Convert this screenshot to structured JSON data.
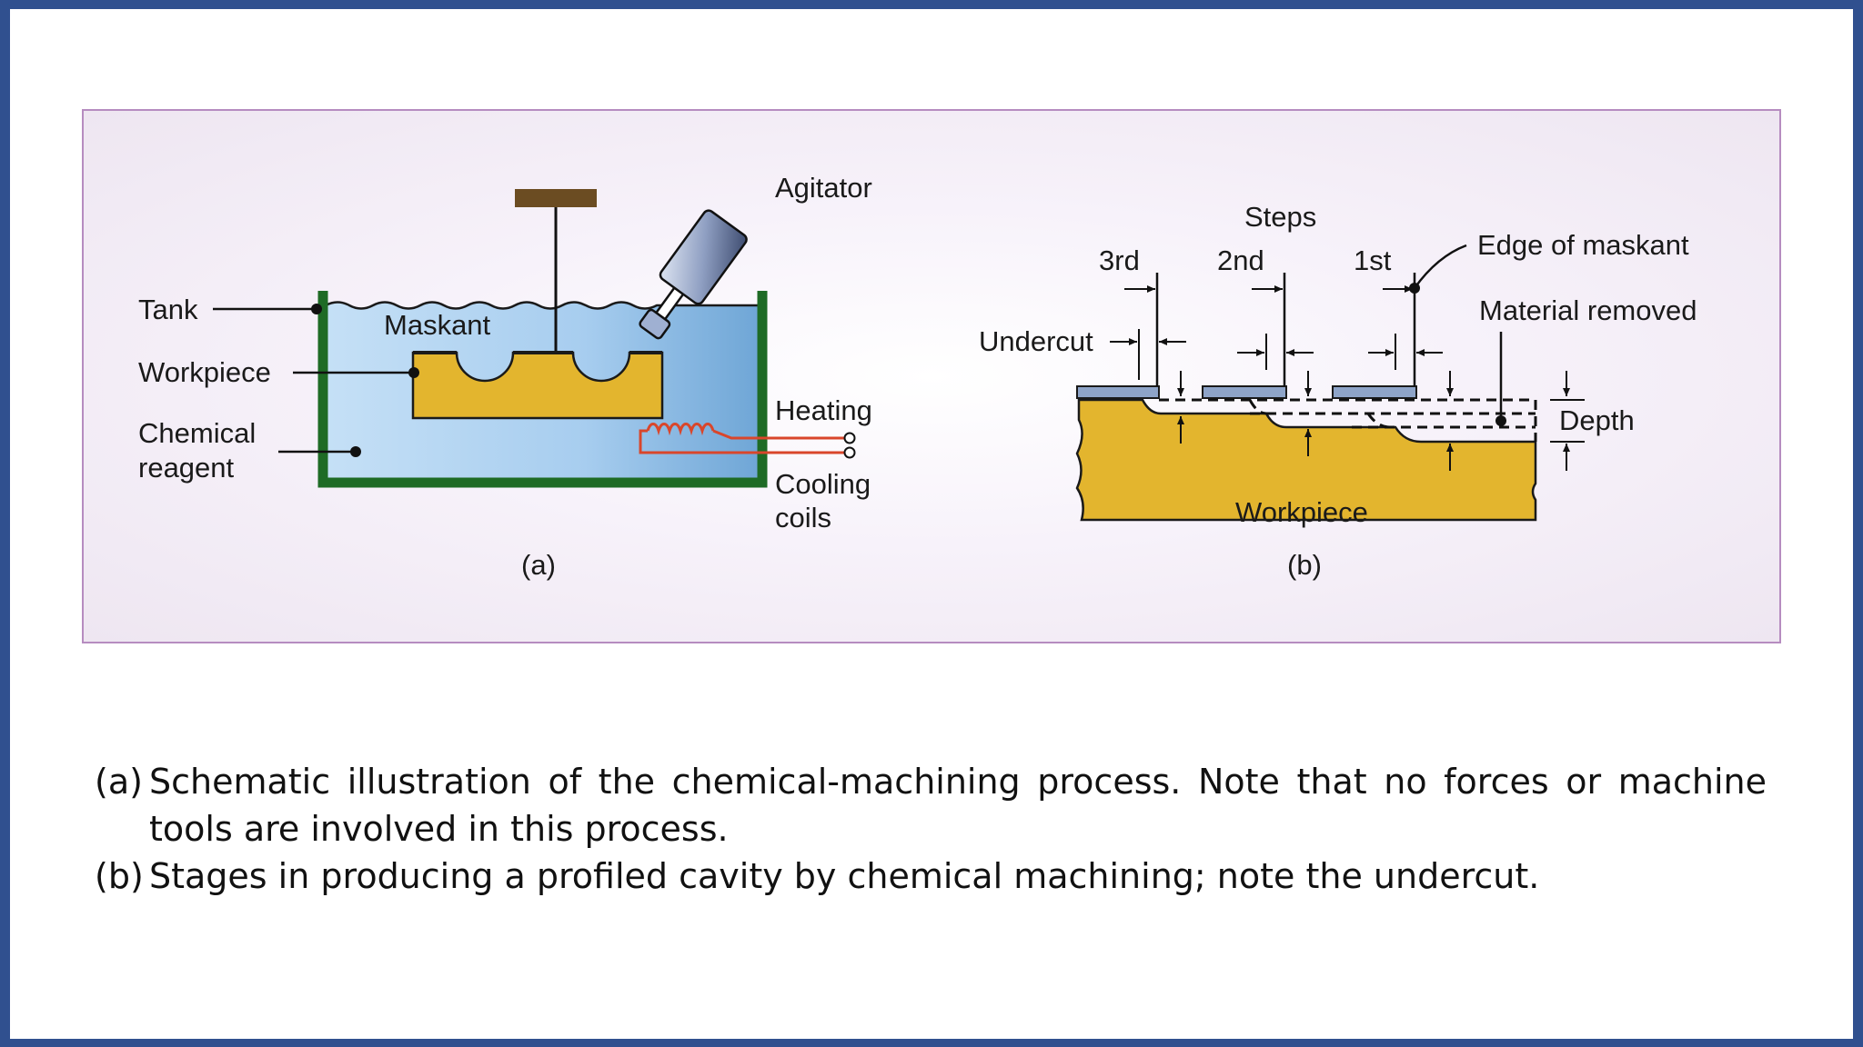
{
  "diagram_a": {
    "labels": {
      "tank": "Tank",
      "workpiece": "Workpiece",
      "chemical_line1": "Chemical",
      "chemical_line2": "reagent",
      "maskant": "Maskant",
      "agitator": "Agitator",
      "heating": "Heating",
      "cooling_line1": "Cooling",
      "cooling_line2": "coils",
      "part_label": "(a)"
    },
    "colors": {
      "tank_wall": "#1e6b25",
      "reagent": "#a9cff0",
      "workpiece": "#e3b52e",
      "coil": "#d9462b",
      "agitator_top": "#6b4c22"
    }
  },
  "diagram_b": {
    "labels": {
      "steps": "Steps",
      "third": "3rd",
      "second": "2nd",
      "first": "1st",
      "edge_of_maskant": "Edge of maskant",
      "material_removed": "Material removed",
      "undercut": "Undercut",
      "depth": "Depth",
      "workpiece": "Workpiece",
      "part_label": "(b)"
    },
    "colors": {
      "workpiece": "#e3b52e",
      "maskant": "#8ea4c8"
    }
  },
  "caption": {
    "a_tag": "(a)",
    "a_text": "Schematic illustration of the chemical-machining process. Note that no forces or machine tools are involved in this process.",
    "b_tag": "(b)",
    "b_text": "Stages in producing a profiled cavity by chemical machining; note the undercut."
  }
}
